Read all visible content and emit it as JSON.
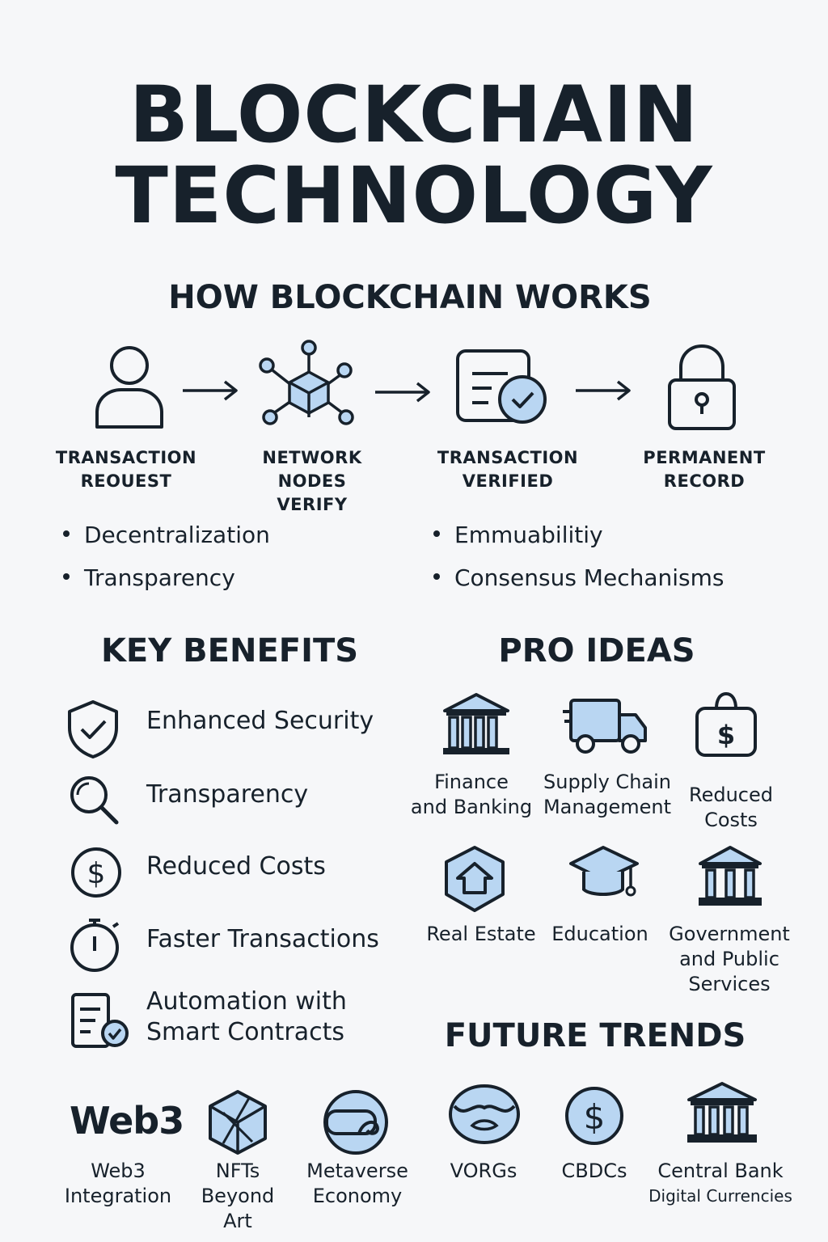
{
  "title": {
    "line1": "BLOCKCHAIN",
    "line2": "TECHNOLOGY"
  },
  "how_it_works": {
    "heading": "HOW BLOCKCHAIN WORKS",
    "steps": [
      {
        "line1": "TRANSACTION",
        "line2": "REOUEST",
        "icon": "user-icon"
      },
      {
        "line1": "NETWORK NODES",
        "line2": "VERIFY",
        "icon": "network-nodes-icon"
      },
      {
        "line1": "TRANSACTION",
        "line2": "VERIFIED",
        "icon": "verified-document-icon"
      },
      {
        "line1": "PERMANENT",
        "line2": "RECORD",
        "icon": "padlock-icon"
      }
    ],
    "features_left": [
      "Decentralization",
      "Transparency"
    ],
    "features_right": [
      "Emmuabilitiy",
      "Consensus Mechanisms"
    ]
  },
  "key_benefits": {
    "heading": "KEY BENEFITS",
    "items": [
      {
        "label": "Enhanced Security",
        "icon": "shield-check-icon"
      },
      {
        "label": "Transparency",
        "icon": "magnifier-icon"
      },
      {
        "label": "Reduced Costs",
        "icon": "dollar-circle-icon"
      },
      {
        "label": "Faster Transactions",
        "icon": "stopwatch-icon"
      },
      {
        "line1": "Automation with",
        "line2": "Smart Contracts",
        "icon": "contract-check-icon"
      }
    ]
  },
  "pro_ideas": {
    "heading": "PRO IDEAS",
    "items": [
      {
        "line1": "Finance",
        "line2": "and Banking",
        "icon": "bank-icon"
      },
      {
        "line1": "Supply Chain",
        "line2": "Management",
        "icon": "truck-icon"
      },
      {
        "line1": "Reduced",
        "line2": "Costs",
        "icon": "money-bag-icon"
      },
      {
        "line1": "Real Estate",
        "icon": "house-hexagon-icon"
      },
      {
        "line1": "Education",
        "icon": "graduation-cap-icon"
      },
      {
        "line1": "Government",
        "line2": "and Public",
        "line3": "Services",
        "icon": "government-building-icon"
      }
    ]
  },
  "future_trends": {
    "heading": "FUTURE TRENDS",
    "items": [
      {
        "logo": "Web3",
        "line1": "Web3",
        "line2": "Integration",
        "icon": "web3-logo"
      },
      {
        "line1": "NFTs",
        "line2": "Beyond",
        "line3": "Art",
        "icon": "nft-hexagon-icon"
      },
      {
        "line1": "Metaverse",
        "line2": "Economy",
        "icon": "vr-headset-icon"
      },
      {
        "line1": "VORGs",
        "icon": "dao-face-icon"
      },
      {
        "line1": "CBDCs",
        "icon": "dollar-coin-icon"
      },
      {
        "line1": "Central Bank",
        "line2": "Digital Currencies",
        "icon": "central-bank-icon"
      }
    ]
  },
  "colors": {
    "ink": "#17212b",
    "icon_fill": "#b9d6f2",
    "background": "#f6f7f9"
  }
}
